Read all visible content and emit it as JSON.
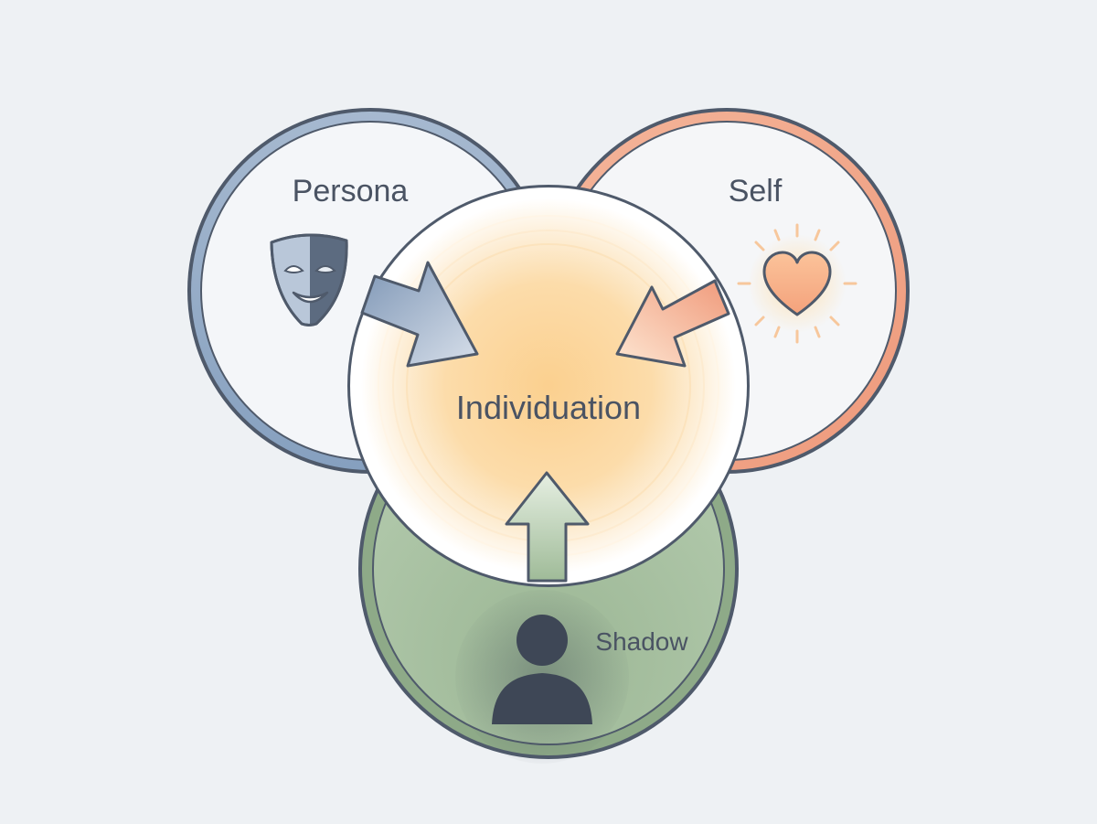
{
  "diagram": {
    "center": {
      "label": "Individuation"
    },
    "circles": {
      "persona": {
        "label": "Persona",
        "icon": "theater-mask-icon",
        "color": "#8ea6c2"
      },
      "self": {
        "label": "Self",
        "icon": "glowing-heart-icon",
        "color": "#f0a486"
      },
      "shadow": {
        "label": "Shadow",
        "icon": "dark-silhouette-icon",
        "color": "#a9c1a3"
      }
    },
    "colors": {
      "outline": "#4f5a6b",
      "center_glow": "#fbd89b",
      "background": "#eef1f4"
    }
  }
}
